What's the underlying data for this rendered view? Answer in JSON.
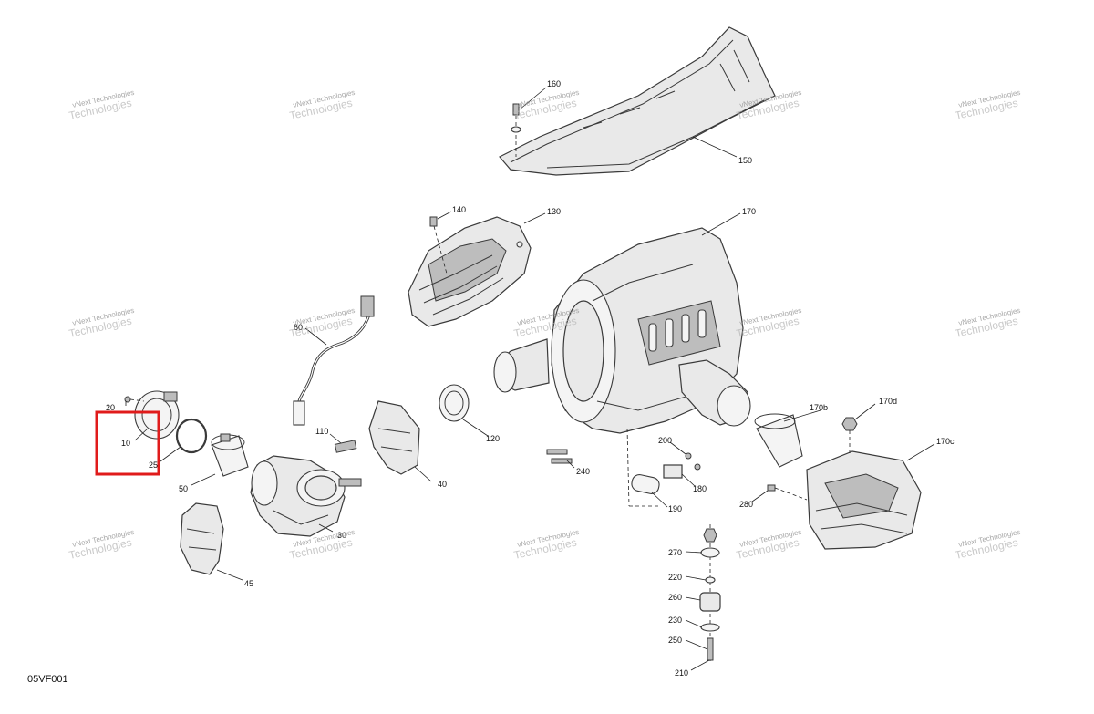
{
  "diagram_ref": "05VF001",
  "watermark": {
    "line1": "vNext Technologies",
    "line2": "Technologies"
  },
  "callouts": {
    "c10": "10",
    "c20": "20",
    "c25": "25",
    "c30": "30",
    "c40": "40",
    "c45": "45",
    "c50": "50",
    "c60": "60",
    "c110": "110",
    "c120": "120",
    "c130": "130",
    "c140": "140",
    "c150": "150",
    "c160": "160",
    "c170": "170",
    "c170b": "170b",
    "c170c": "170c",
    "c170d": "170d",
    "c180": "180",
    "c190": "190",
    "c200": "200",
    "c210": "210",
    "c220": "220",
    "c230": "230",
    "c240": "240",
    "c250": "250",
    "c260": "260",
    "c270": "270",
    "c280": "280"
  },
  "highlight_color": "#e01b1b"
}
